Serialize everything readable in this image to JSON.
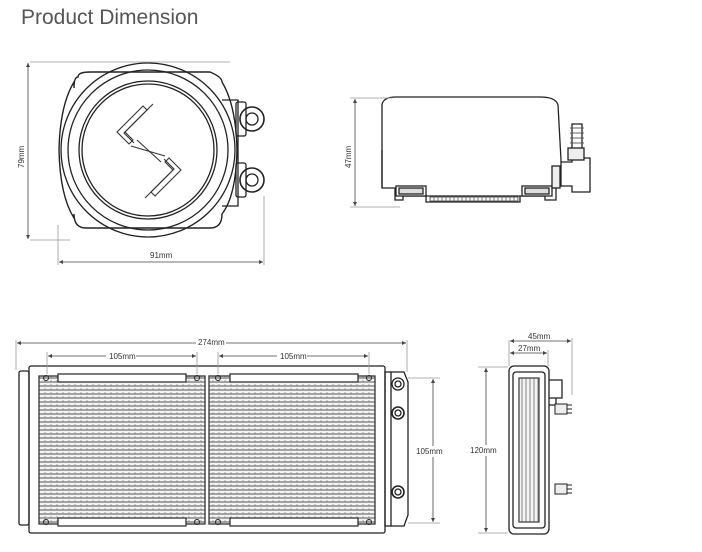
{
  "title": "Product Dimension",
  "dimensions": {
    "pump_height": "79mm",
    "pump_width": "91mm",
    "pump_side_height": "47mm",
    "radiator_length": "274mm",
    "fan_left": "105mm",
    "fan_right": "105mm",
    "radiator_inner_height": "105mm",
    "radiator_height": "120mm",
    "radiator_depth_total": "45mm",
    "radiator_depth_core": "27mm"
  },
  "colors": {
    "title": "#555555",
    "line": "#222222",
    "dim_line": "#444444"
  }
}
